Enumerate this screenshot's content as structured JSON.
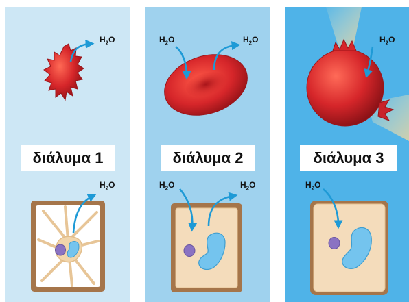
{
  "colors": {
    "panel_1": "#cde7f5",
    "panel_2": "#9fd2ee",
    "panel_3": "#4fb3e8",
    "arrow": "#1e9ad6",
    "blood_cell": "#d6262a",
    "cell_wall": "#a5754a",
    "cytoplasm": "#f4dcbb",
    "vacuole": "#74c4ee",
    "nucleus": "#8a72c2"
  },
  "panels": [
    {
      "label": "διάλυμα 1",
      "water": {
        "formula": "H",
        "subscript": "2",
        "suffix": "O"
      }
    },
    {
      "label": "διάλυμα 2",
      "water": {
        "formula": "H",
        "subscript": "2",
        "suffix": "O"
      }
    },
    {
      "label": "διάλυμα 3",
      "water": {
        "formula": "H",
        "subscript": "2",
        "suffix": "O"
      }
    }
  ]
}
